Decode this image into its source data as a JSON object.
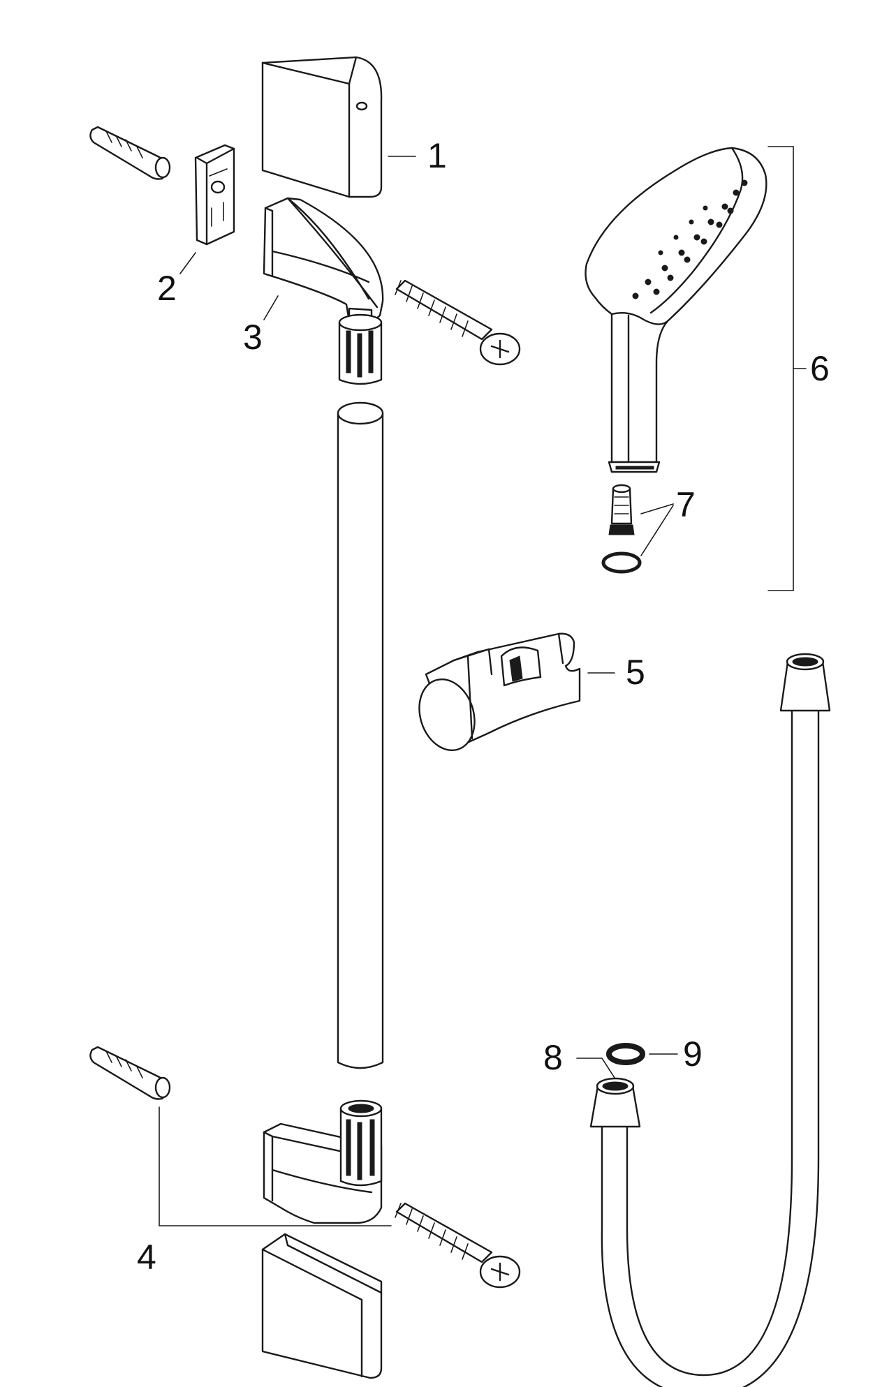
{
  "callouts": [
    {
      "id": "1",
      "text": "1"
    },
    {
      "id": "2",
      "text": "2"
    },
    {
      "id": "3",
      "text": "3"
    },
    {
      "id": "4",
      "text": "4"
    },
    {
      "id": "5",
      "text": "5"
    },
    {
      "id": "6",
      "text": "6"
    },
    {
      "id": "7",
      "text": "7"
    },
    {
      "id": "8",
      "text": "8"
    },
    {
      "id": "9",
      "text": "9"
    }
  ],
  "colors": {
    "line": "#1a1a1a",
    "background": "#ffffff"
  }
}
